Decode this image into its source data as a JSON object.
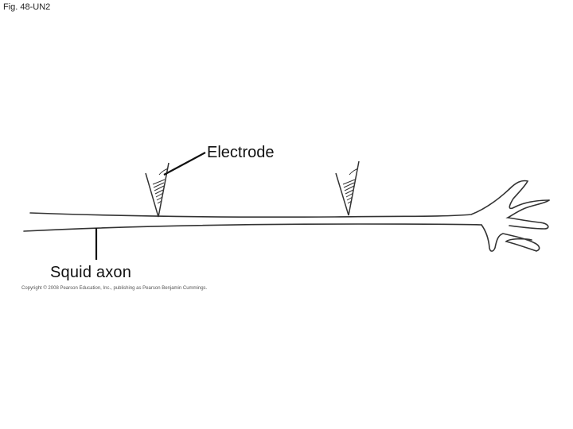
{
  "figure": {
    "label": "Fig. 48-UN2",
    "labels": {
      "electrode": "Electrode",
      "axon": "Squid axon"
    },
    "copyright": "Copyright © 2008 Pearson Education, Inc., publishing as Pearson Benjamin Cummings."
  },
  "colors": {
    "line": "#333333",
    "text": "#111111",
    "background": "#ffffff"
  }
}
